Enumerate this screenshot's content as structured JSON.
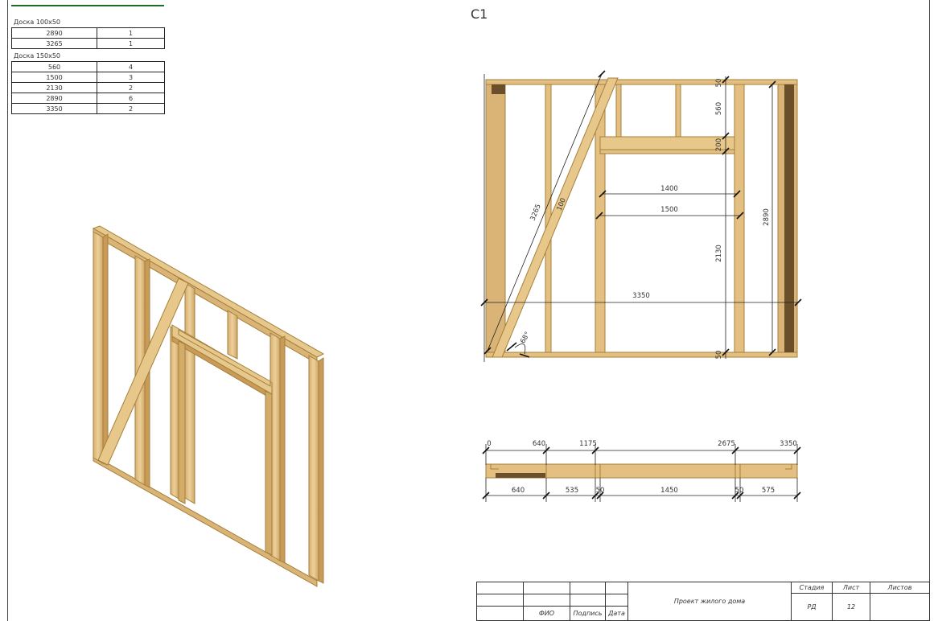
{
  "sheet": {
    "title": "С1"
  },
  "spec": {
    "group1": {
      "title": "Доска 100х50",
      "rows": [
        {
          "length": "2890",
          "qty": "1"
        },
        {
          "length": "3265",
          "qty": "1"
        }
      ]
    },
    "group2": {
      "title": "Доска 150х50",
      "rows": [
        {
          "length": "560",
          "qty": "4"
        },
        {
          "length": "1500",
          "qty": "3"
        },
        {
          "length": "2130",
          "qty": "2"
        },
        {
          "length": "2890",
          "qty": "6"
        },
        {
          "length": "3350",
          "qty": "2"
        }
      ]
    }
  },
  "elevation": {
    "dims": {
      "top_plate": "50",
      "header_up": "560",
      "header": "200",
      "opening_inner": "1400",
      "opening_outer": "1500",
      "opening_height": "2130",
      "wall_height": "2890",
      "wall_length": "3350",
      "bottom_plate": "50",
      "brace": "3265",
      "brace_width": "100",
      "angle": "68°"
    }
  },
  "plan": {
    "running": [
      "0",
      "640",
      "1175",
      "2675",
      "3350"
    ],
    "segments": [
      "640",
      "535",
      "50",
      "1450",
      "50",
      "575"
    ]
  },
  "stamp": {
    "project": "Проект жилого дома",
    "stage_label": "Стадия",
    "sheet_label": "Лист",
    "sheets_label": "Листов",
    "stage": "РД",
    "sheet": "12",
    "name_label": "ФИО",
    "sign_label": "Подпись",
    "date_label": "Дата"
  },
  "colors": {
    "wood": "#e3bf82",
    "wood_edge": "#a57f3a",
    "wood_dark": "#6b4f2a",
    "line": "#222222"
  }
}
